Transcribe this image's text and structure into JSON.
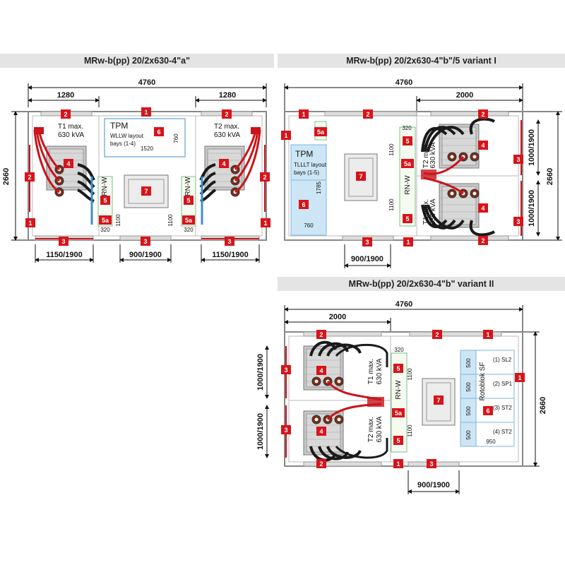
{
  "titles": {
    "a": "MRw-b(pp) 20/2x630-4\"a\"",
    "b1": "MRw-b(pp) 20/2x630-4\"b\"/5 variant I",
    "b2": "MRw-b(pp) 20/2x630-4\"b\" variant II"
  },
  "dims": {
    "total_width": "4760",
    "total_depth": "2660",
    "transformer_bay": "1280",
    "door": "1150/1900",
    "vent": "900/1900",
    "vent_v": "1000/1900",
    "tpm_w": "1520",
    "tpm_h": "760",
    "rnw_d": "1100",
    "s320": "320",
    "trafo_zone": "2000",
    "tpm_b_h": "1785",
    "tpm_b_w": "760",
    "rsf_h": "500",
    "rsf_w": "950"
  },
  "labels": {
    "t1": "T1  max.",
    "t2": "T2  max.",
    "kva": "630 kVA",
    "t1_rot": "T1 max.",
    "t2_rot": "T2 max.",
    "tpm": "TPM",
    "wllw": "WLLW layout",
    "bays14": "bays (1-4)",
    "tlllt": "TLLLT layout",
    "bays15": "bays (1-5)",
    "rnw": "RN-W",
    "rotoblok": "Rotoblok SF",
    "sl2": "(1) SL2",
    "sp1": "(2) SP1",
    "st2a": "(3) ST2",
    "st2b": "(4) ST2"
  },
  "tags": [
    "1",
    "2",
    "3",
    "4",
    "5",
    "5a",
    "6",
    "7"
  ],
  "colors": {
    "tag": "#d7141a",
    "cable_red": "#c8141a",
    "cable_black": "#1a1a1a",
    "pale_blue": "#cde6f5",
    "grey_fill": "#ececec",
    "outline": "#888888"
  }
}
